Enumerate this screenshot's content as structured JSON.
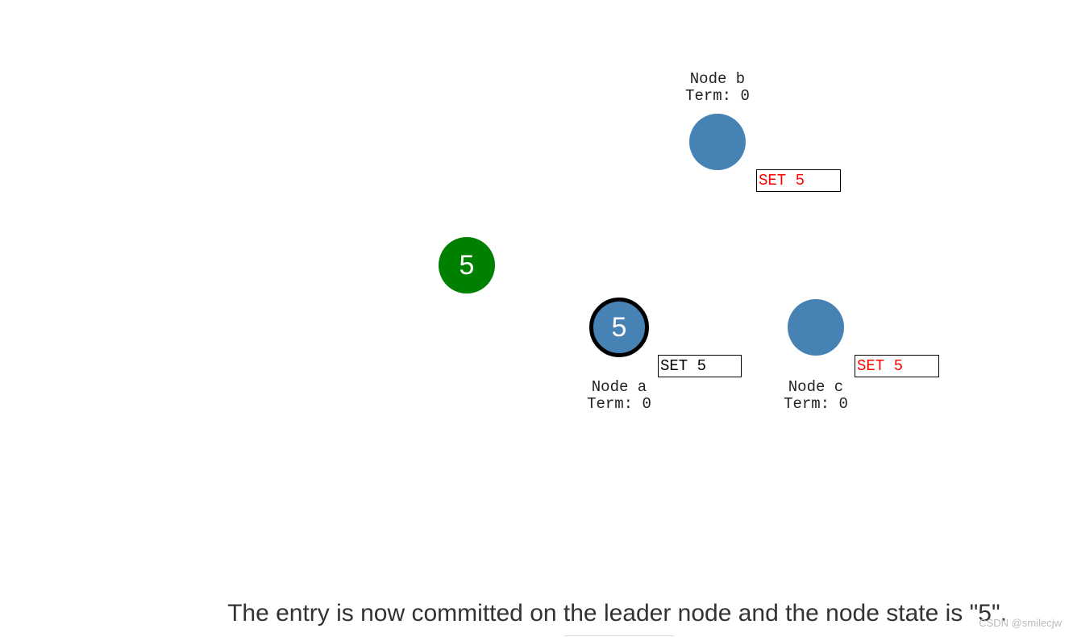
{
  "client": {
    "value": "5",
    "color": "#008000"
  },
  "nodes": {
    "a": {
      "label": "Node a",
      "term": "Term: 0",
      "value": "5",
      "is_leader": true,
      "color": "#4682b4",
      "log": {
        "text": "SET 5",
        "committed": true
      }
    },
    "b": {
      "label": "Node b",
      "term": "Term: 0",
      "value": "",
      "is_leader": false,
      "color": "#4682b4",
      "log": {
        "text": "SET 5",
        "committed": false
      }
    },
    "c": {
      "label": "Node c",
      "term": "Term: 0",
      "value": "",
      "is_leader": false,
      "color": "#4682b4",
      "log": {
        "text": "SET 5",
        "committed": false
      }
    }
  },
  "colors": {
    "committed": "#000000",
    "uncommitted": "#ff0000",
    "leader_border": "#000000"
  },
  "caption": "The entry is now committed on the leader node and the node state is \"5\".",
  "watermark": "CSDN @smilecjw"
}
